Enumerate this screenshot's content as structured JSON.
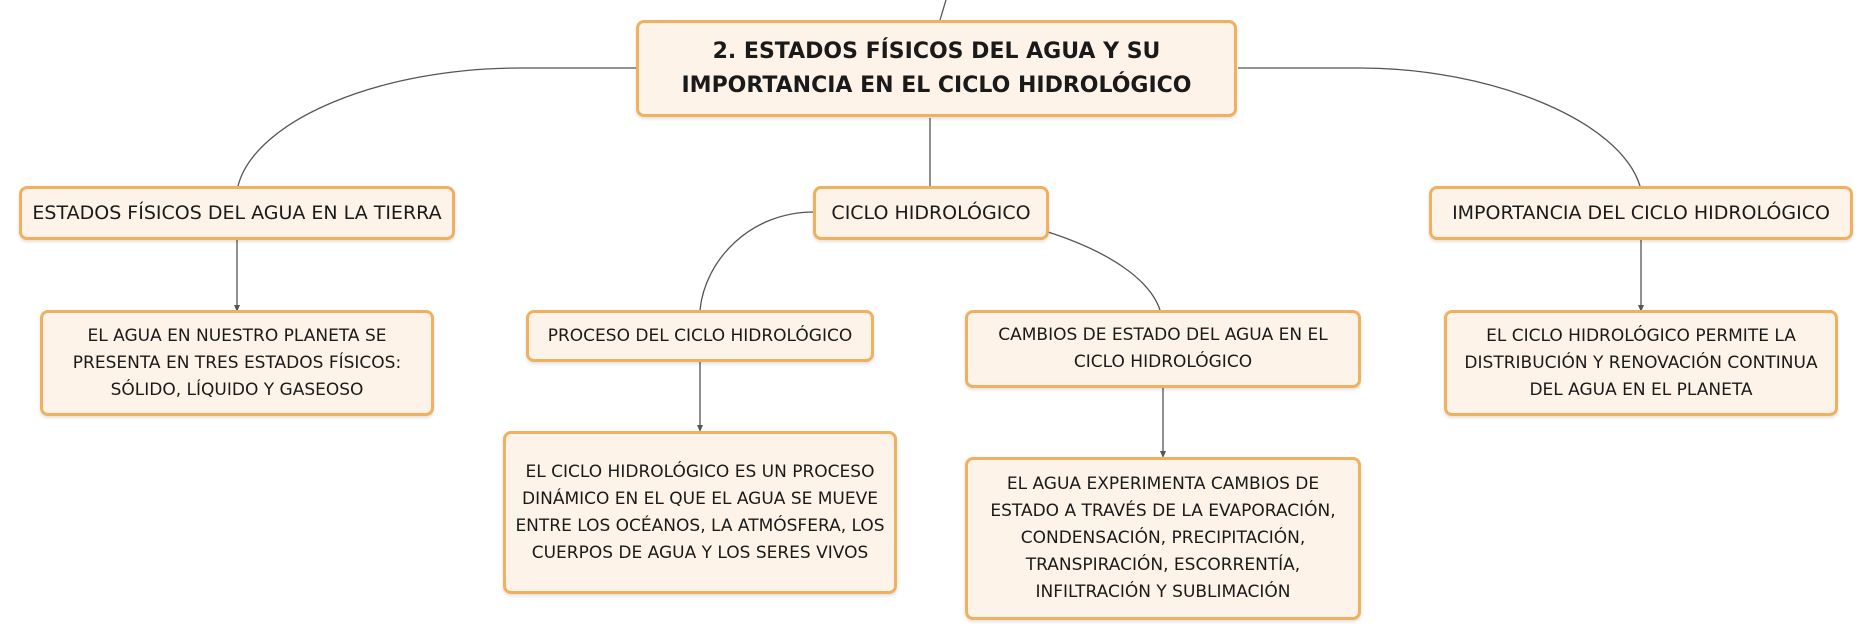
{
  "root": {
    "title": "2. ESTADOS FÍSICOS DEL AGUA Y SU IMPORTANCIA EN EL CICLO HIDROLÓGICO"
  },
  "branches": {
    "estados": {
      "title": "ESTADOS FÍSICOS DEL AGUA EN LA TIERRA",
      "detail": "EL AGUA EN NUESTRO PLANETA SE PRESENTA EN TRES ESTADOS FÍSICOS: SÓLIDO, LÍQUIDO Y GASEOSO"
    },
    "ciclo": {
      "title": "CICLO HIDROLÓGICO",
      "proceso": {
        "title": "PROCESO DEL CICLO HIDROLÓGICO",
        "detail": "EL CICLO HIDROLÓGICO ES UN PROCESO DINÁMICO EN EL QUE EL AGUA SE MUEVE ENTRE LOS OCÉANOS, LA ATMÓSFERA, LOS CUERPOS DE AGUA Y LOS SERES VIVOS"
      },
      "cambios": {
        "title": "CAMBIOS DE ESTADO DEL AGUA EN EL CICLO HIDROLÓGICO",
        "detail": "EL AGUA EXPERIMENTA CAMBIOS DE ESTADO A TRAVÉS DE LA EVAPORACIÓN, CONDENSACIÓN, PRECIPITACIÓN, TRANSPIRACIÓN, ESCORRENTÍA, INFILTRACIÓN Y SUBLIMACIÓN"
      }
    },
    "importancia": {
      "title": "IMPORTANCIA DEL CICLO HIDROLÓGICO",
      "detail": "EL CICLO HIDROLÓGICO PERMITE LA DISTRIBUCIÓN Y RENOVACIÓN CONTINUA DEL AGUA EN EL PLANETA"
    }
  },
  "colors": {
    "node_fill": "#fdf3e8",
    "node_border": "#f0b060",
    "connector": "#555555"
  }
}
